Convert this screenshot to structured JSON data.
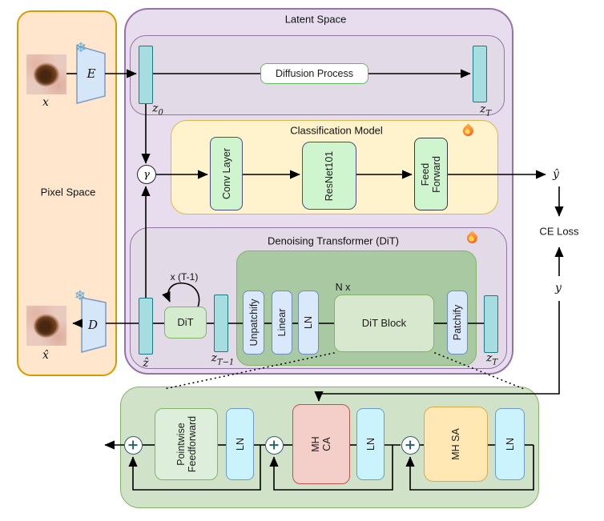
{
  "pixel_space": {
    "title": "Pixel Space",
    "x_label": "x",
    "x_hat_label": "x̂",
    "encoder_label": "E",
    "decoder_label": "D"
  },
  "latent": {
    "title": "Latent Space",
    "z0_base": "z",
    "z0_sub": "0",
    "zT_base": "z",
    "zT_sub": "T",
    "diffusion_process": "Diffusion Process",
    "gamma": "γ"
  },
  "classifier": {
    "title": "Classification Model",
    "conv": "Conv Layer",
    "resnet": "ResNet101",
    "feed_forward": "Feed\nForward",
    "y_hat": "ŷ"
  },
  "loss": {
    "ce": "CE Loss",
    "y": "y"
  },
  "dit": {
    "title": "Denoising Transformer (DiT)",
    "loop_label": "x (T-1)",
    "dit_box": "DiT",
    "z_hat": "ẑ",
    "zT1_base": "z",
    "zT1_sub": "T−1",
    "unpatchify": "Unpatchify",
    "linear": "Linear",
    "ln": "LN",
    "n_x": "N x",
    "dit_block": "DiT Block",
    "patchify": "Patchify",
    "zT_base": "z",
    "zT_sub": "T"
  },
  "dit_detail": {
    "pointwise_ff": "Pointwise\nFeedforward",
    "ln1": "LN",
    "mh_ca": "MH\nCA",
    "ln2": "LN",
    "mh_sa": "MH SA",
    "ln3": "LN"
  },
  "colors": {
    "pixel_fill": "#ffe6cc",
    "pixel_border": "#d79b00",
    "purple_fill": "#e7ddef",
    "purple_inner_fill": "#e3dae7",
    "purple_border": "#9673a6",
    "yellow_fill": "#fff3cd",
    "yellow_border": "#d9b94e",
    "teal_fill": "#a6dde0",
    "teal_border": "#1a7a83",
    "green_container": "#a9c9a2",
    "green_border": "#82b366",
    "green_light": "#d7e8cf",
    "green_block": "#cef5cd",
    "blue_fill": "#dae8fc",
    "blue_border": "#6c8ebf",
    "cyan_fill": "#caf3fe",
    "cyan_border": "#6c9ac9",
    "red_fill": "#f4cfca",
    "red_border": "#b85450",
    "orange_fill": "#ffe8b3",
    "orange_border": "#dea84a"
  }
}
